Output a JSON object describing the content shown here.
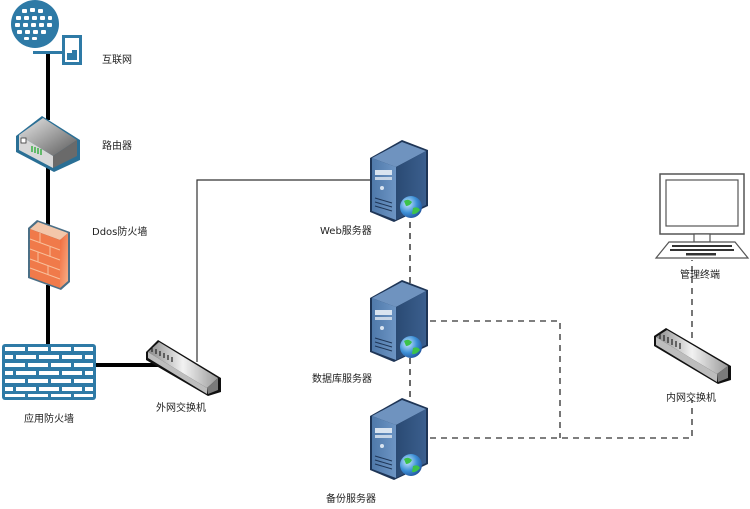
{
  "diagram": {
    "title": "",
    "nodes": [
      {
        "id": "internet",
        "label": "互联网",
        "icon": "internet-globe-icon"
      },
      {
        "id": "router",
        "label": "路由器",
        "icon": "router-icon"
      },
      {
        "id": "ddos_fw",
        "label": "Ddos防火墙",
        "icon": "firewall-brick-icon"
      },
      {
        "id": "app_fw",
        "label": "应用防火墙",
        "icon": "firewall-wall-icon"
      },
      {
        "id": "ext_switch",
        "label": "外网交换机",
        "icon": "switch-icon"
      },
      {
        "id": "web_server",
        "label": "Web服务器",
        "icon": "server-icon"
      },
      {
        "id": "db_server",
        "label": "数据库服务器",
        "icon": "server-icon"
      },
      {
        "id": "backup_server",
        "label": "备份服务器",
        "icon": "server-icon"
      },
      {
        "id": "mgmt_terminal",
        "label": "管理终端",
        "icon": "computer-terminal-icon"
      },
      {
        "id": "int_switch",
        "label": "内网交换机",
        "icon": "switch-icon"
      }
    ],
    "edges": [
      {
        "from": "internet",
        "to": "router",
        "style": "solid-thick"
      },
      {
        "from": "router",
        "to": "ddos_fw",
        "style": "solid-thick"
      },
      {
        "from": "ddos_fw",
        "to": "app_fw",
        "style": "solid-thick"
      },
      {
        "from": "app_fw",
        "to": "ext_switch",
        "style": "solid-thick"
      },
      {
        "from": "ext_switch",
        "to": "web_server",
        "style": "solid-thin"
      },
      {
        "from": "web_server",
        "to": "db_server",
        "style": "dashed"
      },
      {
        "from": "db_server",
        "to": "backup_server",
        "style": "dashed"
      },
      {
        "from": "db_server",
        "to": "int_switch",
        "style": "dashed"
      },
      {
        "from": "backup_server",
        "to": "int_switch",
        "style": "dashed"
      },
      {
        "from": "int_switch",
        "to": "mgmt_terminal",
        "style": "dashed"
      }
    ]
  },
  "labels": {
    "internet": "互联网",
    "router": "路由器",
    "ddos_fw": "Ddos防火墙",
    "app_fw": "应用防火墙",
    "ext_switch": "外网交换机",
    "web_server": "Web服务器",
    "db_server": "数据库服务器",
    "backup_server": "备份服务器",
    "mgmt_terminal": "管理终端",
    "int_switch": "内网交换机"
  },
  "colors": {
    "globe_blue": "#2e7aa6",
    "server_blue": "#3d6595",
    "firewall_orange": "#f07a4a",
    "line_black": "#000000",
    "dash_gray": "#555555"
  }
}
